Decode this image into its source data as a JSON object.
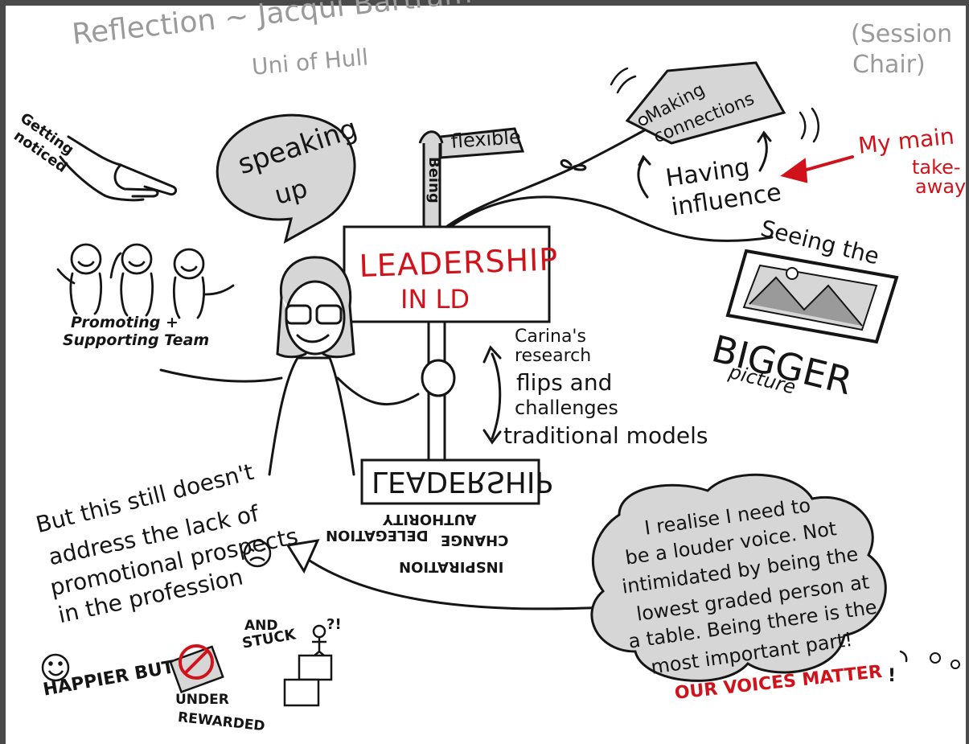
{
  "header": {
    "reflection": "Reflection ~ Jacqui Bartram",
    "affiliation": "Uni of Hull",
    "role_line1": "(Session",
    "role_line2": "Chair)"
  },
  "sketch": {
    "getting_noticed_1": "Getting",
    "getting_noticed_2": "noticed",
    "speaking_up_1": "speaking",
    "speaking_up_2": "up",
    "being": "Being",
    "flexible": "flexible",
    "making_connections_1": "Making",
    "making_connections_2": "connections",
    "having_influence_1": "Having",
    "having_influence_2": "influence",
    "main_takeaway_1": "My main",
    "main_takeaway_2": "take-",
    "main_takeaway_3": "away",
    "promoting_team_1": "Promoting +",
    "promoting_team_2": "Supporting Team",
    "sign_line1": "LEADERSHIP",
    "sign_line2": "IN LD",
    "seeing_the": "Seeing the",
    "bigger": "BIGGER",
    "picture": "picture",
    "carina_1": "Carina's",
    "carina_2": "research",
    "carina_3": "flips and",
    "carina_4": "challenges",
    "carina_5": "traditional models",
    "inverted_sign": "LEADERSHIP",
    "inverted_1": "AUTHORITY",
    "inverted_2": "CHANGE",
    "inverted_3": "DELEGATION",
    "inverted_4": "INSPIRATION",
    "prospects_1": "But this still doesn't",
    "prospects_2": "address the lack of",
    "prospects_3": "promotional prospects",
    "prospects_4": "in the profession",
    "happier": "HAPPIER BUT",
    "under": "UNDER",
    "rewarded": "REWARDED",
    "and": "AND",
    "stuck": "STUCK",
    "question": "?!",
    "cloud_1": "I realise I need to",
    "cloud_2": "be a louder voice. Not",
    "cloud_3": "intimidated by being the",
    "cloud_4": "lowest graded person at",
    "cloud_5": "a table. Being there is the",
    "cloud_6": "most important part!",
    "voices": "OUR VOICES MATTER",
    "voices_bang": "!"
  },
  "colors": {
    "ink": "#151515",
    "pencil_grey": "#9a9a9a",
    "accent_red": "#d0121b",
    "fill_grey": "#d6d6d6",
    "frame": "#4a4a4a"
  }
}
